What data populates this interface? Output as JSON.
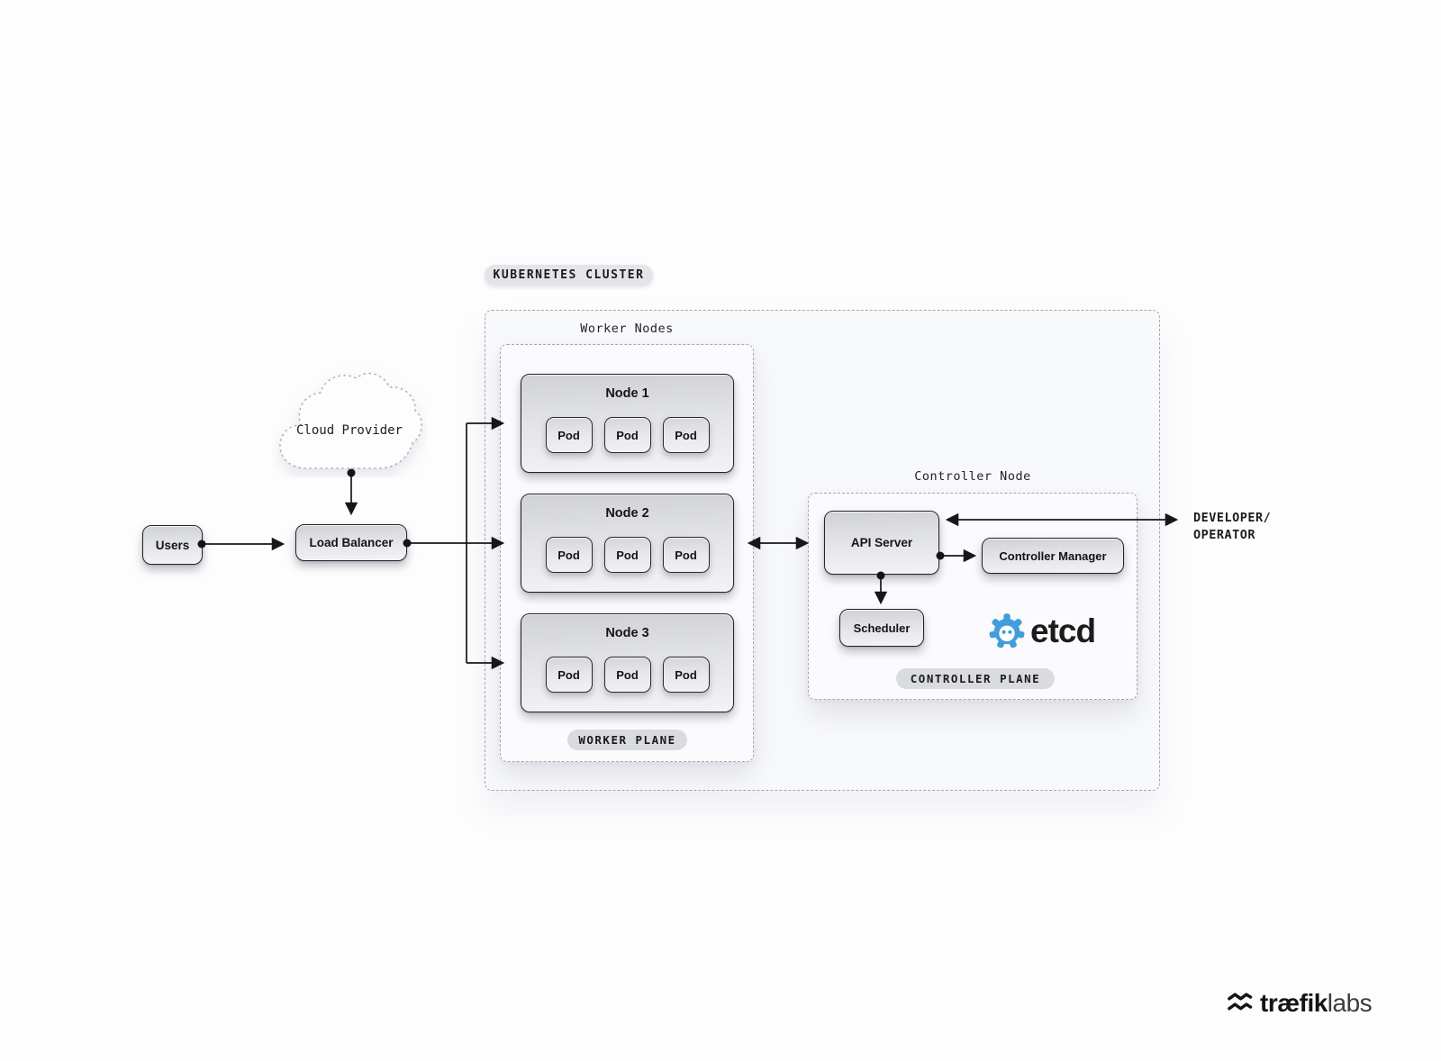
{
  "cluster": {
    "badge": "KUBERNETES CLUSTER"
  },
  "external": {
    "users_label": "Users",
    "load_balancer_label": "Load Balancer",
    "cloud_label": "Cloud Provider",
    "developer_operator": {
      "line1": "DEVELOPER/",
      "line2": "OPERATOR"
    }
  },
  "worker": {
    "title": "Worker Nodes",
    "plane_label": "WORKER PLANE",
    "nodes": [
      {
        "label": "Node 1",
        "pods": [
          "Pod",
          "Pod",
          "Pod"
        ]
      },
      {
        "label": "Node 2",
        "pods": [
          "Pod",
          "Pod",
          "Pod"
        ]
      },
      {
        "label": "Node 3",
        "pods": [
          "Pod",
          "Pod",
          "Pod"
        ]
      }
    ]
  },
  "controller": {
    "title": "Controller Node",
    "plane_label": "CONTROLLER PLANE",
    "api_server_label": "API Server",
    "controller_manager_label": "Controller Manager",
    "scheduler_label": "Scheduler",
    "etcd_label": "etcd"
  },
  "branding": {
    "logo_bold": "træfik",
    "logo_light": "labs"
  },
  "colors": {
    "etcd_blue": "#419EDA",
    "ink": "#17171A",
    "dashed_border": "#A6A6AE"
  }
}
